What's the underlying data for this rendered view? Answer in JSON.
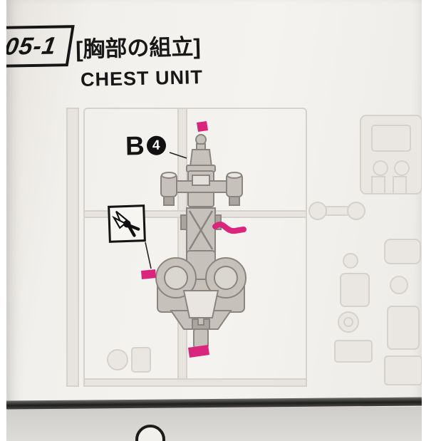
{
  "page": {
    "step_number": "05-1",
    "title_japanese": "[胸部の組立]",
    "title_english": "CHEST UNIT"
  },
  "callout": {
    "part_letter": "B",
    "part_count": "4"
  },
  "icons": {
    "nippers": "side-cutter-pliers-icon",
    "next_step_circle": "partial-circled-number"
  },
  "colors": {
    "gate_pink": "#d9267c",
    "ink_black": "#1a1a1a",
    "paper": "#f1efeb",
    "faded_runner": "#d5d2cd",
    "part_fill": "#c6c2bb",
    "part_outline": "#8a867f"
  }
}
